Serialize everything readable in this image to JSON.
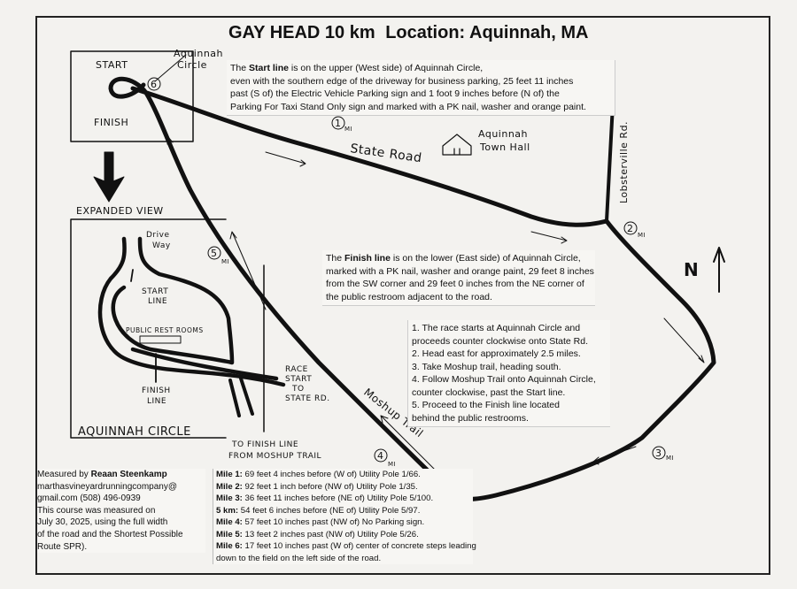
{
  "title": {
    "name": "GAY HEAD 10 km",
    "location": "Location: Aquinnah, MA"
  },
  "start_note": {
    "prefix": "The ",
    "bold": "Start line",
    "rest": " is on the upper (West side) of Aquinnah Circle,",
    "lines": [
      "even with the southern edge of the driveway for business parking, 25 feet 11 inches",
      "past (S of) the Electric Vehicle Parking sign and 1 foot 9 inches before (N of) the",
      "Parking For Taxi Stand Only sign and marked with a PK nail, washer and orange paint."
    ]
  },
  "finish_note": {
    "prefix": "The ",
    "bold": "Finish line",
    "rest": " is on the lower (East side) of Aquinnah Circle,",
    "lines": [
      "marked with a PK nail, washer and orange paint, 29 feet 8 inches",
      "from the SW corner and 29 feet 0 inches from the NE corner of",
      "the public restroom adjacent to the road."
    ]
  },
  "steps": [
    "1. The race starts at Aquinnah Circle and",
    "proceeds counter clockwise onto State Rd.",
    "2. Head east for approximately 2.5 miles.",
    "3. Take Moshup trail, heading south.",
    "4. Follow Moshup Trail onto Aquinnah Circle,",
    "counter clockwise, past the Start line.",
    "5. Proceed to the Finish line located",
    "behind the public restrooms."
  ],
  "measured": {
    "prefix": "Measured by ",
    "name": "Reaan Steenkamp",
    "lines": [
      "marthasvineyardrunningcompany@",
      "gmail.com  (508) 496-0939",
      "This course was measured on",
      "July 30, 2025, using the full width",
      "of the road and the Shortest Possible",
      "Route SPR)."
    ]
  },
  "splits": [
    {
      "label": "Mile 1:",
      "text": " 69 feet 4 inches before (W of) Utility Pole 1/66."
    },
    {
      "label": "Mile 2:",
      "text": " 92 feet 1 inch before (NW of) Utility Pole 1/35."
    },
    {
      "label": "Mile 3:",
      "text": " 36 feet 11 inches before (NE of) Utility Pole 5/100."
    },
    {
      "label": "5 km:",
      "text": " 54 feet 6 inches before (NE of) Utility Pole 5/97."
    },
    {
      "label": "Mile 4:",
      "text": " 57 feet 10 inches past (NW of) No Parking sign."
    },
    {
      "label": "Mile 5:",
      "text": " 13 feet 2 inches past (NW of) Utility Pole 5/26."
    },
    {
      "label": "Mile 6:",
      "text": " 17 feet 10 inches past (W of) center of concrete steps leading"
    },
    {
      "label": "",
      "text": "down to the field on the left side of the road."
    }
  ],
  "map_labels": {
    "start": "START",
    "finish": "FINISH",
    "aquinnah_circle_top": "Aquinnah",
    "aquinnah_circle_bottom": "Circle",
    "expanded_view": "EXPANDED VIEW",
    "state_road": "State Road",
    "town_hall_1": "Aquinnah",
    "town_hall_2": "Town Hall",
    "lobsterville": "Lobsterville Rd.",
    "moshup": "Moshup Trail",
    "north": "N",
    "drive_way_1": "Drive",
    "drive_way_2": "Way",
    "start_line_1": "START",
    "start_line_2": "LINE",
    "restrooms": "PUBLIC REST ROOMS",
    "finish_line_1": "FINISH",
    "finish_line_2": "LINE",
    "race_start_1": "RACE",
    "race_start_2": "START",
    "race_start_3": "TO",
    "race_start_4": "STATE RD.",
    "to_finish_1": "TO FINISH LINE",
    "to_finish_2": "FROM MOSHUP TRAIL",
    "aquinnah_circle_caption": "AQUINNAH CIRCLE",
    "mile_unit": "MI"
  },
  "mile_markers": [
    "1",
    "2",
    "3",
    "4",
    "5",
    "6"
  ]
}
